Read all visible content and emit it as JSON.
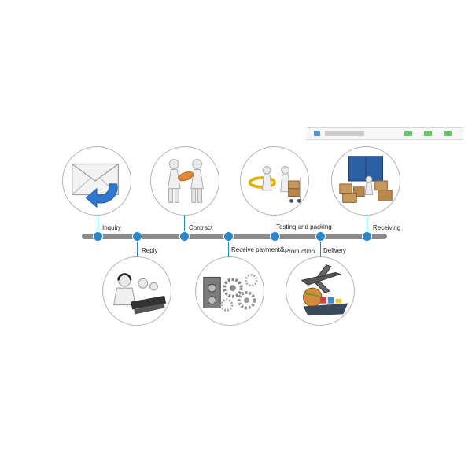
{
  "steps": {
    "inquiry": "Inquiry",
    "reply": "Reply",
    "contract": "Contract",
    "receive_payment": "Receive payment",
    "ampersand": "&",
    "production": "Production",
    "testing": "Testing and packing",
    "delivery": "Delivery",
    "receiving": "Receiving"
  },
  "colors": {
    "accent": "#2a86c8",
    "timeline": "#8c8c8c"
  },
  "icons": {
    "inquiry": "envelope-icon",
    "reply": "call-center-icon",
    "contract": "handshake-icon",
    "receive_payment": "gears-icon",
    "testing": "packing-icon",
    "delivery": "plane-ship-icon",
    "receiving": "container-boxes-icon"
  }
}
